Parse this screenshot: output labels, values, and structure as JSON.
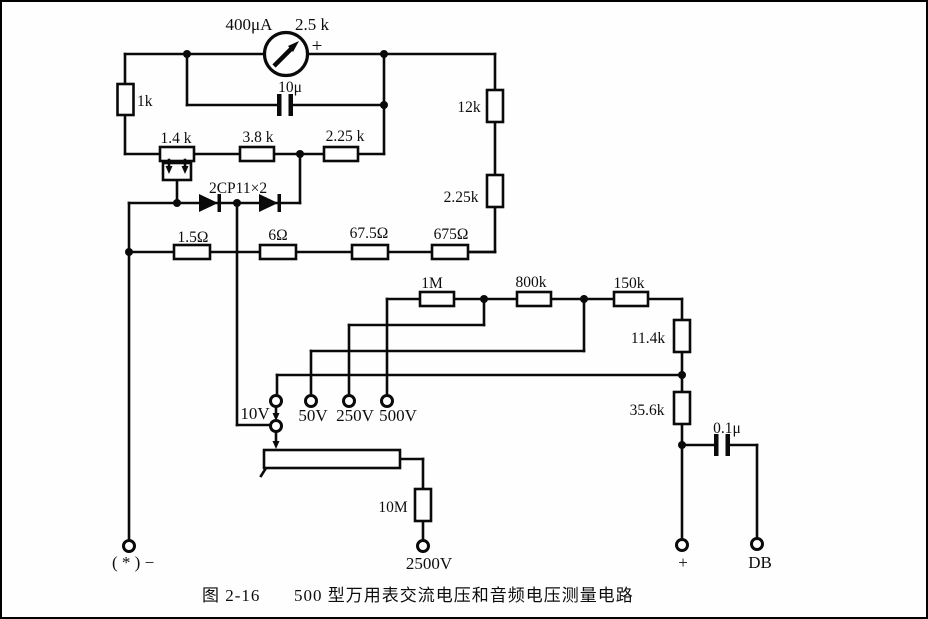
{
  "figure": {
    "label": "图 2-16",
    "title": "500 型万用表交流电压和音频电压测量电路"
  },
  "labels": {
    "meter_current": "400μA",
    "meter_internal_res": "2.5 k",
    "meter_plus": "+",
    "cap_meter": "10μ",
    "r_1k": "1k",
    "r_1p4k": "1.4 k",
    "r_3p8k": "3.8 k",
    "r_2p25k_row": "2.25 k",
    "diode_pair": "2CP11×2",
    "r_1p5ohm": "1.5Ω",
    "r_6ohm": "6Ω",
    "r_67p5ohm": "67.5Ω",
    "r_675ohm": "675Ω",
    "r_12k": "12k",
    "r_2p25k_vert": "2.25k",
    "r_1m": "1M",
    "r_800k": "800k",
    "r_150k": "150k",
    "r_11p4k": "11.4k",
    "r_35p6k": "35.6k",
    "cap_out": "0.1μ",
    "r_10m": "10M",
    "t_10v": "10V",
    "t_50v": "50V",
    "t_250v": "250V",
    "t_500v": "500V",
    "t_2500v": "2500V",
    "t_neg": "( * ) −",
    "t_plus": "+",
    "t_db": "DB"
  }
}
